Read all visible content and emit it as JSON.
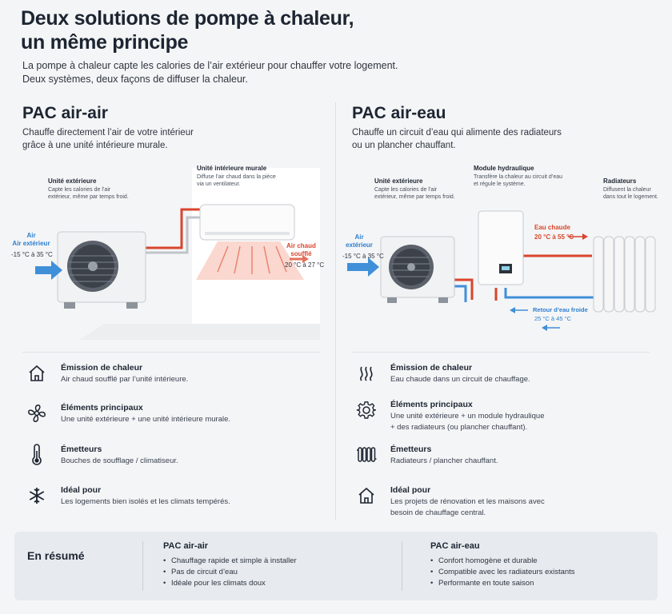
{
  "header": {
    "title_line1": "Deux solutions de pompe à chaleur,",
    "title_line2": "un même principe",
    "intro_line1": "La pompe à chaleur capte les calories de l’air extérieur pour chauffer votre logement.",
    "intro_line2": "Deux systèmes, deux façons de diffuser la chaleur."
  },
  "left": {
    "title": "PAC air-air",
    "sub_line1": "Chauffe directement l’air de votre intérieur",
    "sub_line2": "grâce à une unité intérieure murale.",
    "callouts": {
      "ext_title": "Unité extérieure",
      "ext_l1": "Capte les calories de l’air",
      "ext_l2": "extérieur, même par temps froid.",
      "int_title": "Unité intérieure murale",
      "int_l1": "Diffuse l’air chaud dans la pièce",
      "int_l2": "via un ventilateur."
    },
    "tags": {
      "air_in_l1": "Air",
      "air_in_l2": "Air extérieur",
      "air_in_range": "-15 °C à 35 °C",
      "air_out_l1": "Air chaud",
      "air_out_l2": "soufflé",
      "air_out_range": "20 °C à 27 °C"
    },
    "features": [
      {
        "title": "Émission de chaleur",
        "d1": "Air chaud soufflé par l’unité intérieure.",
        "d2": "",
        "icon": "house-icon"
      },
      {
        "title": "Éléments principaux",
        "d1": "Une unité extérieure + une unité intérieure murale.",
        "d2": "",
        "icon": "fan-icon"
      },
      {
        "title": "Émetteurs",
        "d1": "Bouches de soufflage / climatiseur.",
        "d2": "",
        "icon": "thermometer-icon"
      },
      {
        "title": "Idéal pour",
        "d1": "Les logements bien isolés et les climats tempérés.",
        "d2": "",
        "icon": "snowflake-icon"
      }
    ]
  },
  "right": {
    "title": "PAC air-eau",
    "sub_line1": "Chauffe un circuit d’eau qui alimente des radiateurs",
    "sub_line2": "ou un plancher chauffant.",
    "callouts": {
      "ext_title": "Unité extérieure",
      "ext_l1": "Capte les calories de l’air",
      "ext_l2": "extérieur, même par temps froid.",
      "hyd_title": "Module hydraulique",
      "hyd_l1": "Transfère la chaleur au circuit d’eau",
      "hyd_l2": "et régule le système.",
      "rad_title": "Radiateurs",
      "rad_l1": "Diffusent la chaleur",
      "rad_l2": "dans tout le logement."
    },
    "tags": {
      "air_in_l1": "Air",
      "air_in_l2": "extérieur",
      "air_in_range": "-15 °C à 35 °C",
      "hot_l1": "Eau chaude",
      "hot_range": "20 °C à 55 °C",
      "ret_l1": "Retour d’eau froide",
      "ret_range": "25 °C à 45 °C"
    },
    "features": [
      {
        "title": "Émission de chaleur",
        "d1": "Eau chaude dans un circuit de chauffage.",
        "d2": "",
        "icon": "heat-waves-icon"
      },
      {
        "title": "Éléments principaux",
        "d1": "Une unité extérieure + un module hydraulique",
        "d2": "+ des radiateurs (ou plancher chauffant).",
        "icon": "gear-icon"
      },
      {
        "title": "Émetteurs",
        "d1": "Radiateurs / plancher chauffant.",
        "d2": "",
        "icon": "radiator-icon"
      },
      {
        "title": "Idéal pour",
        "d1": "Les projets de rénovation et les maisons avec",
        "d2": "besoin de chauffage central.",
        "icon": "house-icon"
      }
    ]
  },
  "summary": {
    "title": "En résumé",
    "col1": {
      "head": "PAC air-air",
      "items": [
        "Chauffage rapide et simple à installer",
        "Pas de circuit d’eau",
        "Idéale pour les climats doux"
      ]
    },
    "col2": {
      "head": "PAC air-eau",
      "items": [
        "Confort homogène et durable",
        "Compatible avec les radiateurs existants",
        "Performante en toute saison"
      ]
    }
  },
  "colors": {
    "hot": "#d9452d",
    "cold": "#2c7fd0",
    "text": "#1d2532"
  }
}
